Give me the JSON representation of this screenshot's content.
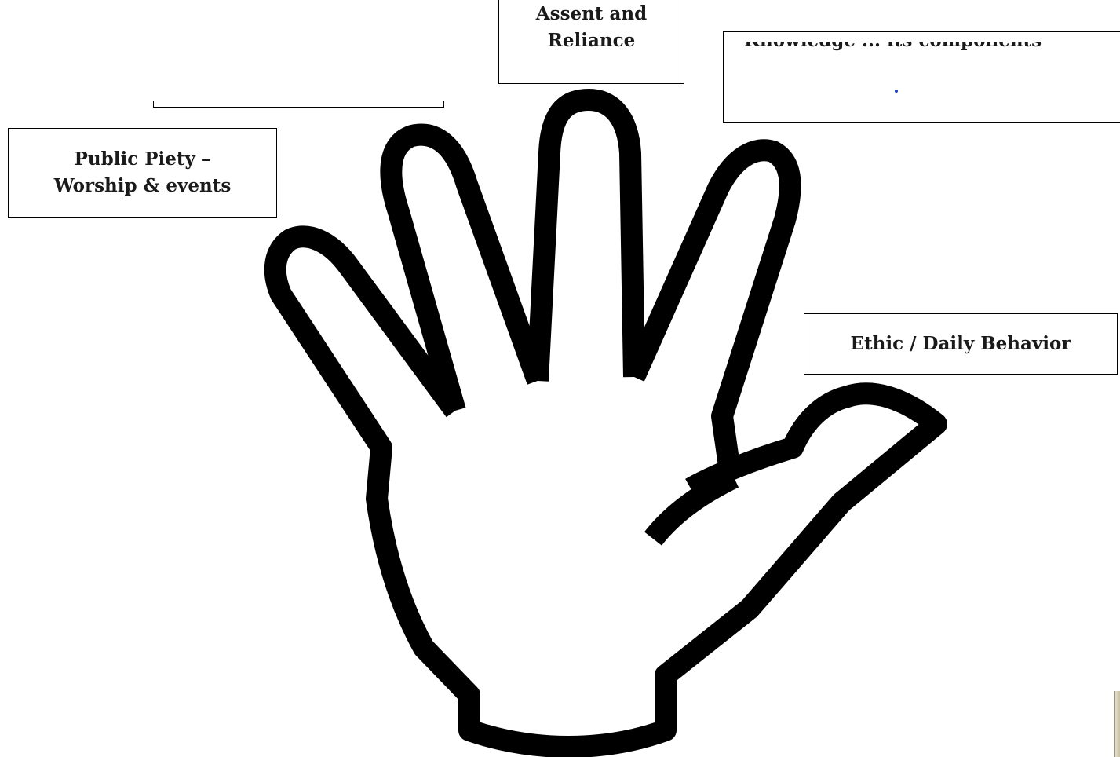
{
  "diagram": {
    "labels": {
      "public_piety": "Public Piety – Worship & events",
      "assent": "Assent and Reliance",
      "knowledge": "Knowledge ... its components",
      "ethic": "Ethic / Daily Behavior"
    },
    "colors": {
      "outline": "#000000",
      "background": "#ffffff",
      "label_text": "#1a1a1a",
      "accent_dot": "#1f3fbf"
    },
    "icons": {
      "hand": "open-hand-outline-icon"
    }
  }
}
